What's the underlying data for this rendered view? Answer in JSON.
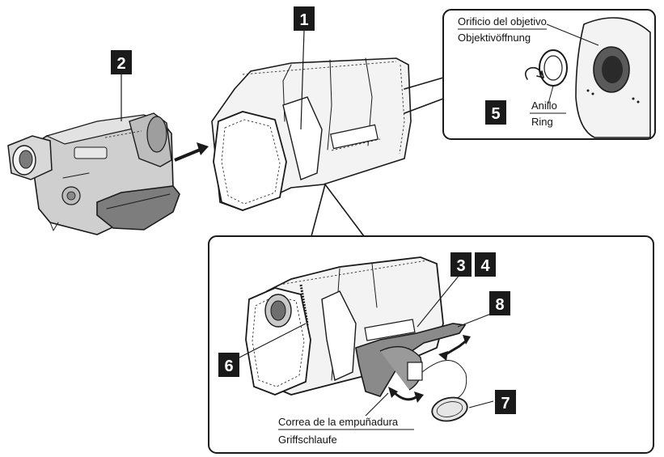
{
  "callouts": [
    "1",
    "2",
    "3",
    "4",
    "5",
    "6",
    "7",
    "8"
  ],
  "labels": {
    "lens_opening_es": "Orificio del objetivo",
    "lens_opening_de": "Objektivöffnung",
    "ring_es": "Anillo",
    "ring_de": "Ring",
    "grip_strap_es": "Correa de la empuñadura",
    "grip_strap_de": "Griffschlaufe"
  },
  "colors": {
    "ink": "#1a1a1a",
    "callout_fill": "#1a1a1a",
    "callout_text": "#ffffff",
    "body_gray": "#c9c9c9",
    "cover_gray": "#efefef"
  }
}
